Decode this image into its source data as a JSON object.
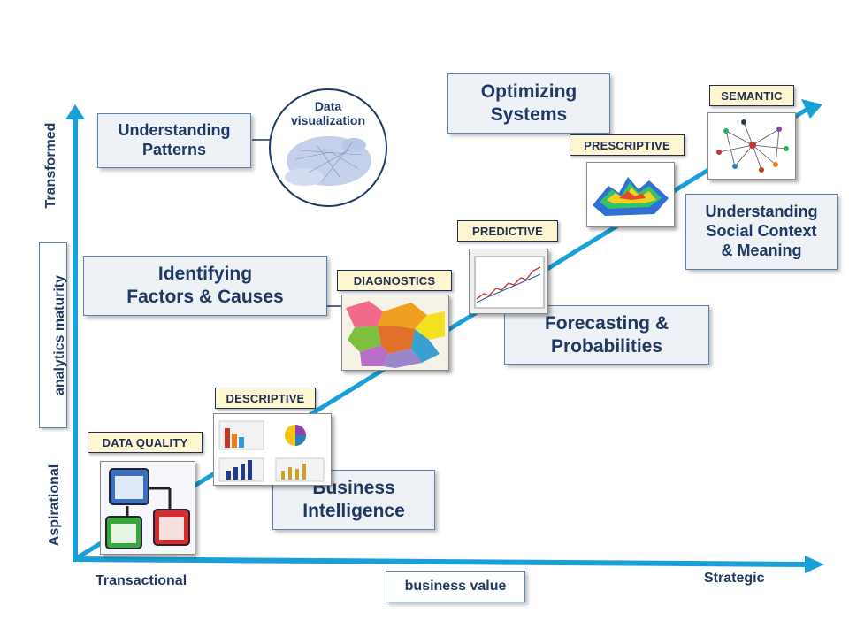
{
  "axes": {
    "y_label": "analytics maturity",
    "y_top": "Transformed",
    "y_bottom": "Aspirational",
    "x_label": "business value",
    "x_left": "Transactional",
    "x_right": "Strategic"
  },
  "stages": {
    "data_quality": "DATA QUALITY",
    "descriptive": "DESCRIPTIVE",
    "diagnostics": "DIAGNOSTICS",
    "predictive": "PREDICTIVE",
    "prescriptive": "PRESCRIPTIVE",
    "semantic": "SEMANTIC"
  },
  "outcomes": {
    "business_intelligence": "Business\nIntelligence",
    "identifying_factors": "Identifying\nFactors & Causes",
    "forecasting": "Forecasting &\nProbabilities",
    "optimizing": "Optimizing\nSystems",
    "understanding_patterns": "Understanding\nPatterns",
    "social_context": "Understanding\nSocial Context\n& Meaning"
  },
  "data_viz": {
    "label": "Data\nvisualization"
  },
  "colors": {
    "axis_blue": "#1aa0d8",
    "box_border": "#5b7fb0",
    "tag_fill": "#fdf6d0",
    "text_navy": "#1f3864"
  }
}
